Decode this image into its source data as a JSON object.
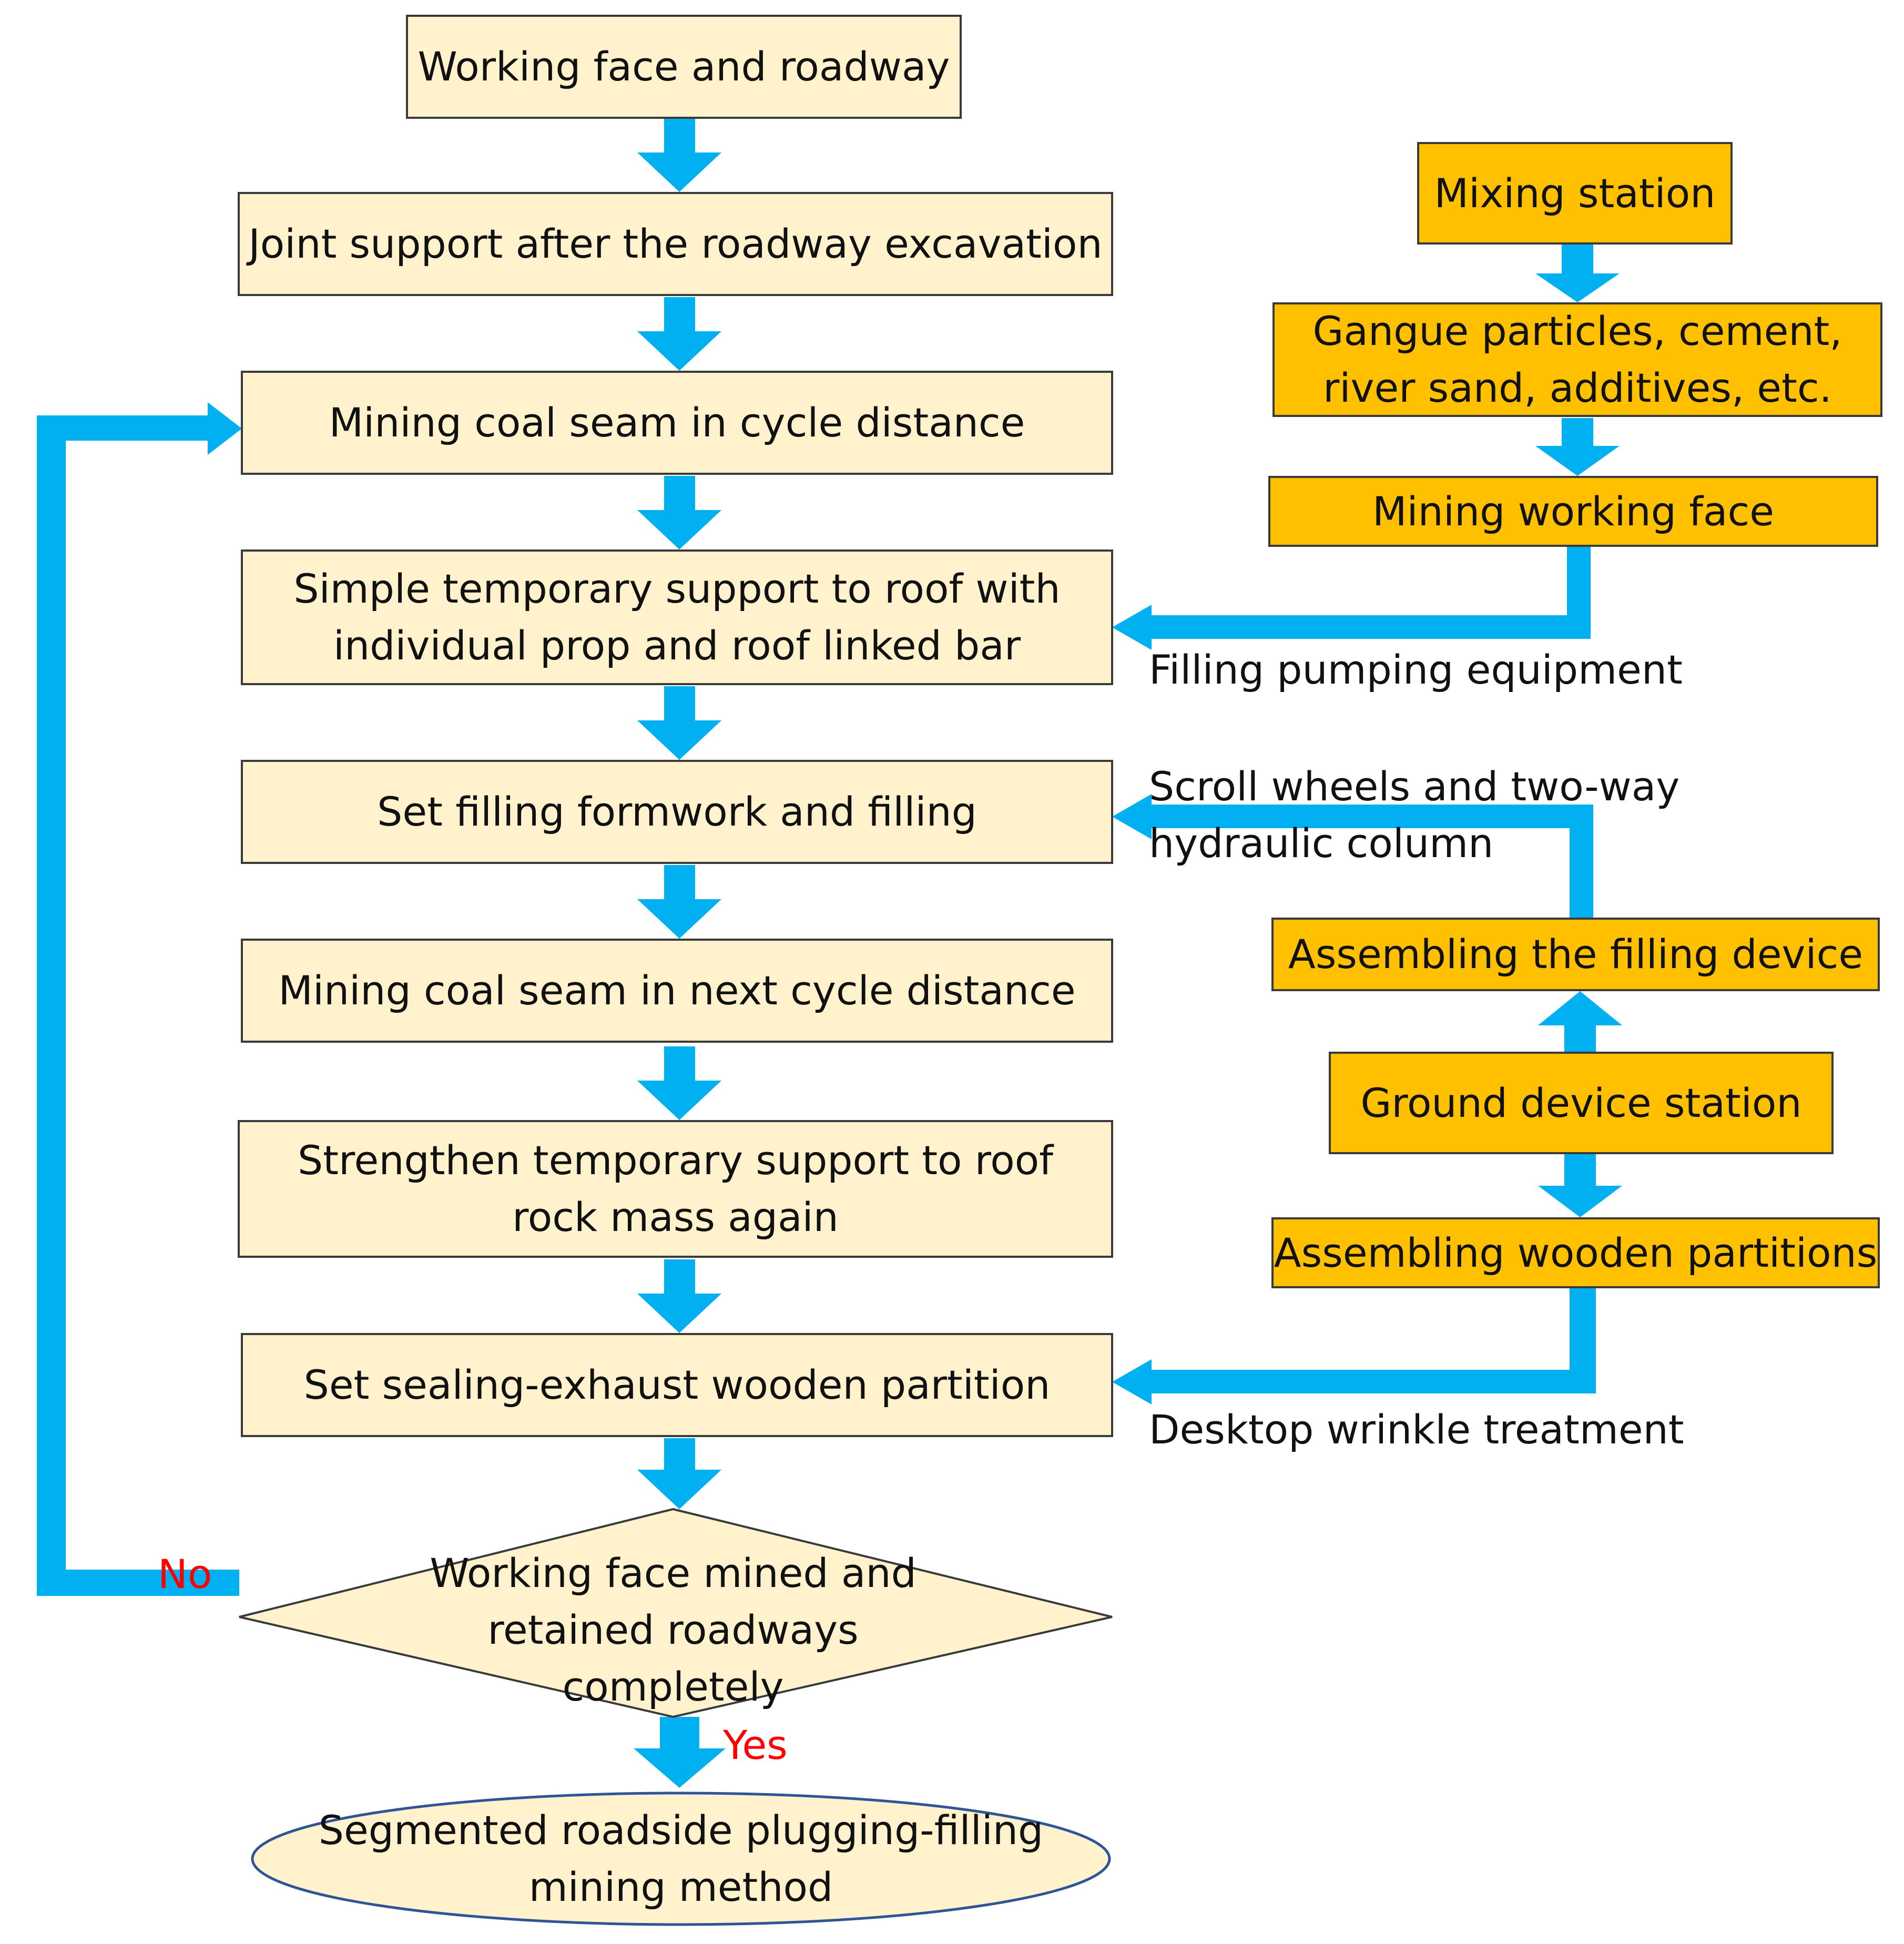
{
  "colors": {
    "main_fill": "#fff2cc",
    "side_fill": "#ffc000",
    "arrow": "#00b0f0",
    "border": "#3a3a3a",
    "decision_labels": "#ff0000",
    "terminal_border": "#2f5597"
  },
  "main_flow": {
    "working_face_roadway": [
      "Working face and roadway"
    ],
    "joint_support": [
      "Joint support after the roadway excavation"
    ],
    "mining_cycle": [
      "Mining coal seam in cycle distance"
    ],
    "simple_support": [
      "Simple temporary support to roof with",
      "individual prop and roof linked bar"
    ],
    "set_formwork": [
      "Set filling formwork and filling"
    ],
    "mining_next_cycle": [
      "Mining coal seam in next cycle distance"
    ],
    "strengthen_support": [
      "Strengthen temporary support to roof",
      "rock mass again"
    ],
    "sealing_partition": [
      "Set sealing-exhaust wooden partition"
    ]
  },
  "decision": {
    "lines": [
      "Working face mined and",
      "retained roadways",
      "completely"
    ],
    "no_label": "No",
    "yes_label": "Yes"
  },
  "terminal": {
    "lines": [
      "Segmented roadside plugging-filling",
      "mining method"
    ]
  },
  "side_flow": {
    "mixing_station": [
      "Mixing station"
    ],
    "materials": [
      "Gangue particles, cement,",
      "river sand, additives, etc."
    ],
    "mining_working_face": [
      "Mining working face"
    ],
    "assembling_filling_device": [
      "Assembling the filling device"
    ],
    "ground_device_station": [
      "Ground device station"
    ],
    "assembling_wooden_partitions": [
      "Assembling wooden partitions"
    ]
  },
  "connector_labels": {
    "filling_pumping": "Filling pumping equipment",
    "scroll_wheels": [
      "Scroll wheels and two-way",
      "hydraulic column"
    ],
    "desktop_wrinkle": "Desktop wrinkle treatment"
  }
}
